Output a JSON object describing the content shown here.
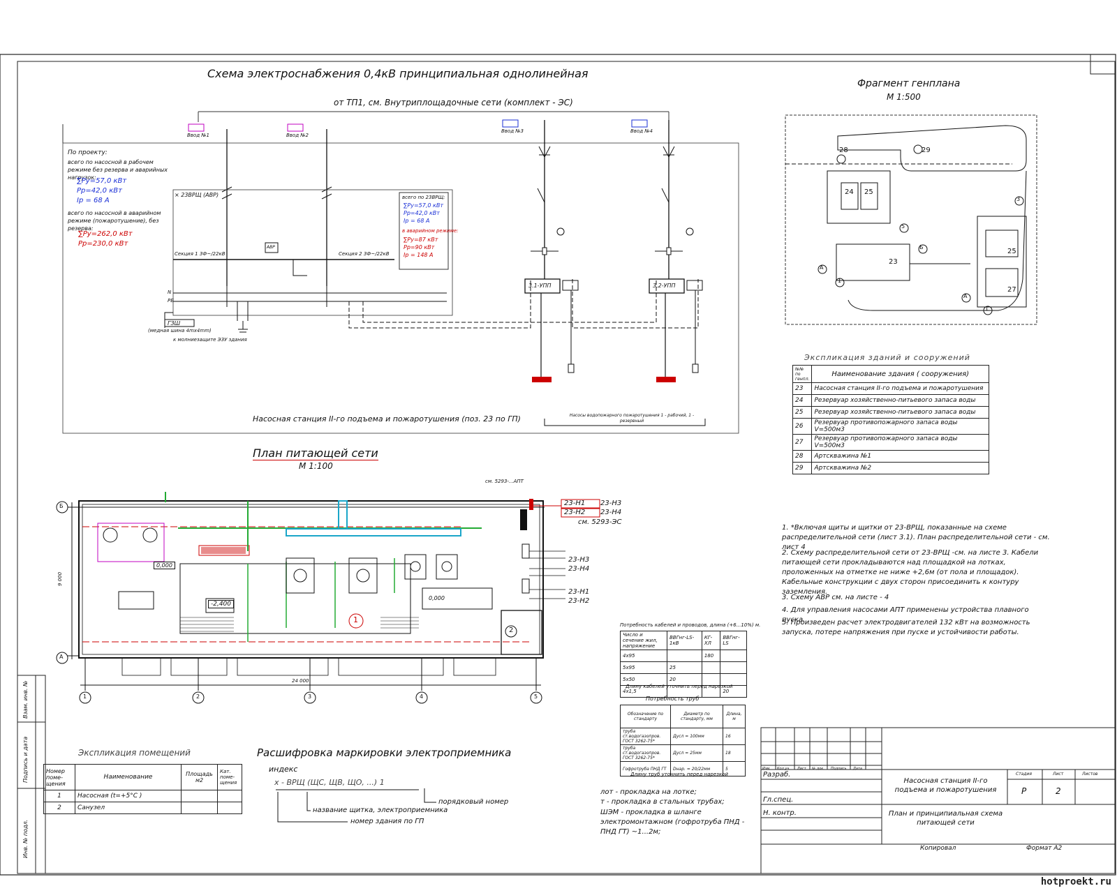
{
  "titles": {
    "scheme_title": "Схема электроснабжения 0,4кВ принципиальная однолинейная",
    "scheme_subtitle": "от ТП1, см. Внутриплощадочные сети (комплект - ЭС)",
    "station_caption": "Насосная станция II-го подъема и пожаротушения (поз. 23 по ГП)",
    "plan_title": "План питающей сети",
    "plan_scale": "М 1:100",
    "genplan_title": "Фрагмент генплана",
    "genplan_scale": "М 1:500"
  },
  "scheme": {
    "inputs": [
      "Ввод №1",
      "Ввод №2",
      "Ввод №3",
      "Ввод №4"
    ],
    "project_label": "По проекту:",
    "normal_note": "всего по насосной в рабочем режиме без резерва и аварийных нагрузок:",
    "normal_values": [
      "∑Ру=57,0 кВт",
      "Рр=42,0 кВт",
      "Iр = 68 А"
    ],
    "emergency_note": "всего по насосной в аварийном режиме (пожаротушение), без резерва:",
    "emergency_values": [
      "∑Ру=262,0 кВт",
      "Рр=230,0 кВт"
    ],
    "panel_label": "× 23ВРЩ (АВР)",
    "box_total_label": "всего по 23ВРЩ:",
    "box_values": [
      "∑Ру=57,0 кВт",
      "Рр=42,0 кВт",
      "Iр = 68 А"
    ],
    "box_emergency_label": "в аварийном режиме:",
    "box_emergency_values": [
      "∑Ру=87 кВт",
      "Рр=90 кВт",
      "Iр = 148 А"
    ],
    "section1": "Секция 1  3Ф~/22кВ",
    "section2": "Секция 2  3Ф~/22кВ",
    "avr": "АВР",
    "n_label": "N",
    "pe_label": "PE",
    "gzsh": "ГЗШ",
    "gzsh_note": "(медная шина 4mx4mm)",
    "ground_note": "к молниезащите ЭЗУ здания",
    "upp1": "3.1-УПП",
    "upp2": "3.2-УПП",
    "motor_note": "Насосы водопожарного пожаротушения 1 - рабочий, 1 - резервный"
  },
  "genplan_table": {
    "title": "Экспликация зданий и сооружений",
    "headers": [
      "№№ по генпл.",
      "Наименование здания ( сооружения)"
    ],
    "rows": [
      [
        "23",
        "Насосная станция II-го подъема и пожаротушения"
      ],
      [
        "24",
        "Резервуар хозяйственно-питьевого запаса воды"
      ],
      [
        "25",
        "Резервуар хозяйственно-питьевого запаса воды"
      ],
      [
        "26",
        "Резервуар противопожарного запаса воды V=500м3"
      ],
      [
        "27",
        "Резервуар противопожарного запаса воды V=500м3"
      ],
      [
        "28",
        "Артскважина  №1"
      ],
      [
        "29",
        "Артскважина  №2"
      ]
    ]
  },
  "genplan_labels": [
    "28",
    "29",
    "24",
    "25",
    "23",
    "25",
    "27",
    "3",
    "5",
    "Б",
    "А",
    "1",
    "А",
    "1"
  ],
  "notes": [
    "1. *Включая щиты и щитки от 23-ВРЩ, показанные на схеме распределительной сети (лист 3.1). План распределительной сети - см. лист 4",
    "2. Схему распределительной сети от 23-ВРЩ -см. на листе 3. Кабели питающей сети прокладываются над площадкой на лотках, проложенных на отметке не ниже +2,6м (от пола и площадок). Кабельные конструкции с двух сторон присоединить к контуру заземления.",
    "3. Схему АВР см. на листе - 4",
    "4. Для управления насосами АПТ применены устройства плавного пуска.",
    "5. Произведен расчет электродвигателей 132 кВт на возможность запуска, потере напряжения при пуске и устойчивости работы."
  ],
  "plan": {
    "axes_letters": [
      "Б",
      "А"
    ],
    "axes_numbers": [
      "1",
      "2",
      "3",
      "4",
      "5"
    ],
    "dim_total": "24 000",
    "dim_height": "9 000",
    "levels": [
      "0,000",
      "-2,400",
      "0,000"
    ],
    "rooms": [
      "1",
      "2"
    ],
    "cable_tags": [
      "23-Н1",
      "23-Н3",
      "23-Н2",
      "23-Н4",
      "23-Н3",
      "23-Н4",
      "23-Н1",
      "23-Н2"
    ],
    "see_ref": "см. 5293-ЭС",
    "riser_note": "см. 5293-...АПТ"
  },
  "cable_table": {
    "title": "Потребность кабелей и проводов, длина (+6...10%) м.",
    "headers": [
      "Число и сечение жил, напряжение",
      "ВВГнг-LS-1кВ",
      "КГ-ХЛ",
      "ВВГнг-LS"
    ],
    "rows": [
      [
        "4х95",
        "",
        "180",
        ""
      ],
      [
        "5х95",
        "25",
        "",
        ""
      ],
      [
        "5х50",
        "20",
        "",
        ""
      ],
      [
        "4х1,5",
        "",
        "",
        "20"
      ]
    ],
    "footer": "Длину кабелей уточнить перед нарезкой"
  },
  "pipe_table": {
    "title": "Потребность труб",
    "headers": [
      "Обозначение по стандарту",
      "Диаметр по стандарту, мм",
      "Длина, м"
    ],
    "rows": [
      [
        "труба ст.водогазопров. ГОСТ 3262-75*",
        "Дусл = 100мм",
        "16"
      ],
      [
        "труба ст.водогазопров. ГОСТ 3262-75*",
        "Дусл = 25мм",
        "18"
      ],
      [
        "Гофротруба ПНД ГТ",
        "Dнар. = 20/22мм",
        "5"
      ]
    ],
    "footer": "Длину труб уточнить перед нарезкой"
  },
  "rooms_table": {
    "title": "Экспликация помещений",
    "headers": [
      "Номер поме- щения",
      "Наименование",
      "Площадь м2",
      "Кат. поме- щения"
    ],
    "rows": [
      [
        "1",
        "Насосная (t=+5°C )",
        "",
        ""
      ],
      [
        "2",
        "Санузел",
        "",
        ""
      ]
    ]
  },
  "marking": {
    "title": "Расшифровка маркировки электроприемника",
    "index_label": "индекс",
    "formula": "x  -  ВРЩ (ЩС, ЩВ, ЩО, ...)       1",
    "items": [
      "порядковый номер",
      "название щитка, электроприемника",
      "номер здания по ГП"
    ]
  },
  "legend": [
    "лот - прокладка на лотке;",
    "т - прокладка в стальных трубах;",
    "ШЭМ - прокладка в шланге электромонтажном (гофротруба ПНД - ПНД ГТ) ~1...2м;"
  ],
  "stamp": {
    "col_headers": [
      "Изм.",
      "Кол.уч.",
      "Лист",
      "№ док.",
      "Подпись",
      "Дата"
    ],
    "roles": [
      "Разраб.",
      "Гл.спец.",
      "Н. контр."
    ],
    "project": "Насосная станция II-го подъема и пожаротушения",
    "sheet_title": "План и принципиальная схема питающей сети",
    "stage_header": "Стадия",
    "sheet_header": "Лист",
    "sheets_header": "Листов",
    "stage": "Р",
    "sheet": "2",
    "copied": "Копировал",
    "format": "Формат А2"
  },
  "side_labels": [
    "Взам. инв. №",
    "Подпись и дата",
    "Инв. № подл."
  ],
  "watermark": "hotproekt.ru",
  "colors": {
    "line": "#111111",
    "red": "#cc0000",
    "blue": "#1a2fd6",
    "magenta": "#c000c0",
    "green": "#22aa33",
    "cyan": "#1aa6c9"
  }
}
